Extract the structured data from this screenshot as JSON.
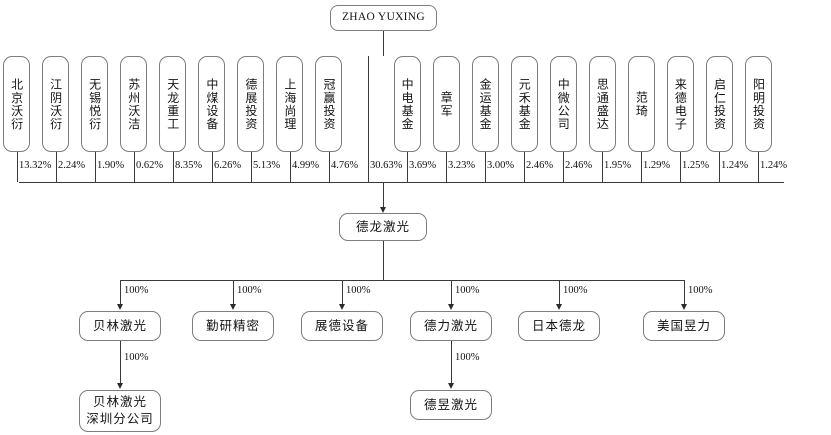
{
  "diagram": {
    "title": "Shareholding and corporate structure chart",
    "type": "org-chart",
    "line_color": "#3a3a3a",
    "box_border_color": "#7d7d7d",
    "background": "#ffffff"
  },
  "root": {
    "label": "ZHAO YUXING"
  },
  "company": {
    "label": "德龙激光"
  },
  "shareholders": [
    {
      "label": "北京沃衍",
      "percent": "13.32%"
    },
    {
      "label": "江阴沃衍",
      "percent": "2.24%"
    },
    {
      "label": "无锡悦衍",
      "percent": "1.90%"
    },
    {
      "label": "苏州沃洁",
      "percent": "0.62%"
    },
    {
      "label": "天龙重工",
      "percent": "8.35%"
    },
    {
      "label": "中煤设备",
      "percent": "6.26%"
    },
    {
      "label": "德展投资",
      "percent": "5.13%"
    },
    {
      "label": "上海尚理",
      "percent": "4.99%"
    },
    {
      "label": "冠赢投资",
      "percent": "4.76%"
    },
    {
      "label": "ZHAO YUXING",
      "percent": "30.63%"
    },
    {
      "label": "中电基金",
      "percent": "3.69%"
    },
    {
      "label": "章军",
      "percent": "3.23%"
    },
    {
      "label": "金运基金",
      "percent": "3.00%"
    },
    {
      "label": "元禾基金",
      "percent": "2.46%"
    },
    {
      "label": "中微公司",
      "percent": "2.46%"
    },
    {
      "label": "思通盛达",
      "percent": "1.95%"
    },
    {
      "label": "范琦",
      "percent": "1.29%"
    },
    {
      "label": "来德电子",
      "percent": "1.25%"
    },
    {
      "label": "启仁投资",
      "percent": "1.24%"
    },
    {
      "label": "阳明投资",
      "percent": "1.24%"
    }
  ],
  "subsidiaries": [
    {
      "label": "贝林激光",
      "percent": "100%"
    },
    {
      "label": "勤研精密",
      "percent": "100%"
    },
    {
      "label": "展德设备",
      "percent": "100%"
    },
    {
      "label": "德力激光",
      "percent": "100%"
    },
    {
      "label": "日本德龙",
      "percent": "100%"
    },
    {
      "label": "美国昱力",
      "percent": "100%"
    }
  ],
  "sub_subsidiaries": [
    {
      "label_line1": "贝林激光",
      "label_line2": "深圳分公司",
      "percent": "100%",
      "parent": "贝林激光"
    },
    {
      "label_line1": "德昱激光",
      "label_line2": "",
      "percent": "100%",
      "parent": "德力激光"
    }
  ]
}
